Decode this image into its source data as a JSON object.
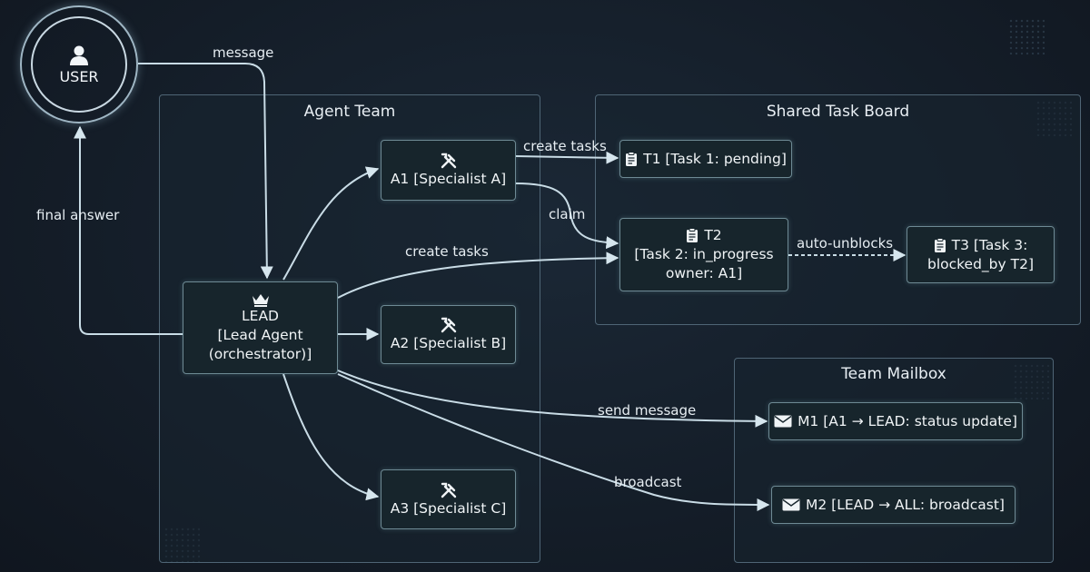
{
  "user": {
    "label": "USER"
  },
  "panels": {
    "agent_team": {
      "title": "Agent Team"
    },
    "task_board": {
      "title": "Shared Task Board"
    },
    "mailbox": {
      "title": "Team Mailbox"
    }
  },
  "lead": {
    "line1": "LEAD",
    "line2": "[Lead Agent",
    "line3": "(orchestrator)]"
  },
  "agents": [
    {
      "label": "A1 [Specialist A]"
    },
    {
      "label": "A2 [Specialist B]"
    },
    {
      "label": "A3 [Specialist C]"
    }
  ],
  "tasks": {
    "t1": {
      "label": "T1 [Task 1: pending]"
    },
    "t2": {
      "line1": "T2",
      "line2": "[Task 2: in_progress",
      "line3": "owner: A1]"
    },
    "t3": {
      "line1": "T3 [Task 3:",
      "line2": "blocked_by T2]"
    }
  },
  "mails": {
    "m1": {
      "label": "M1 [A1 → LEAD: status update]"
    },
    "m2": {
      "label": "M2 [LEAD → ALL: broadcast]"
    }
  },
  "edge_labels": {
    "message": "message",
    "final_answer": "final answer",
    "create_tasks_a1": "create tasks",
    "create_tasks_lead": "create tasks",
    "claim": "claim",
    "auto_unblocks": "auto-unblocks",
    "send_message": "send message",
    "broadcast": "broadcast"
  },
  "colors": {
    "background": "#141d28",
    "edge": "#c9dce6",
    "node_border": "#6e8a94",
    "panel_border": "#4f6575"
  },
  "icons": {
    "user": "user-icon",
    "lead": "crown-icon",
    "agent": "tools-icon",
    "task": "clipboard-icon",
    "mail": "envelope-icon"
  }
}
